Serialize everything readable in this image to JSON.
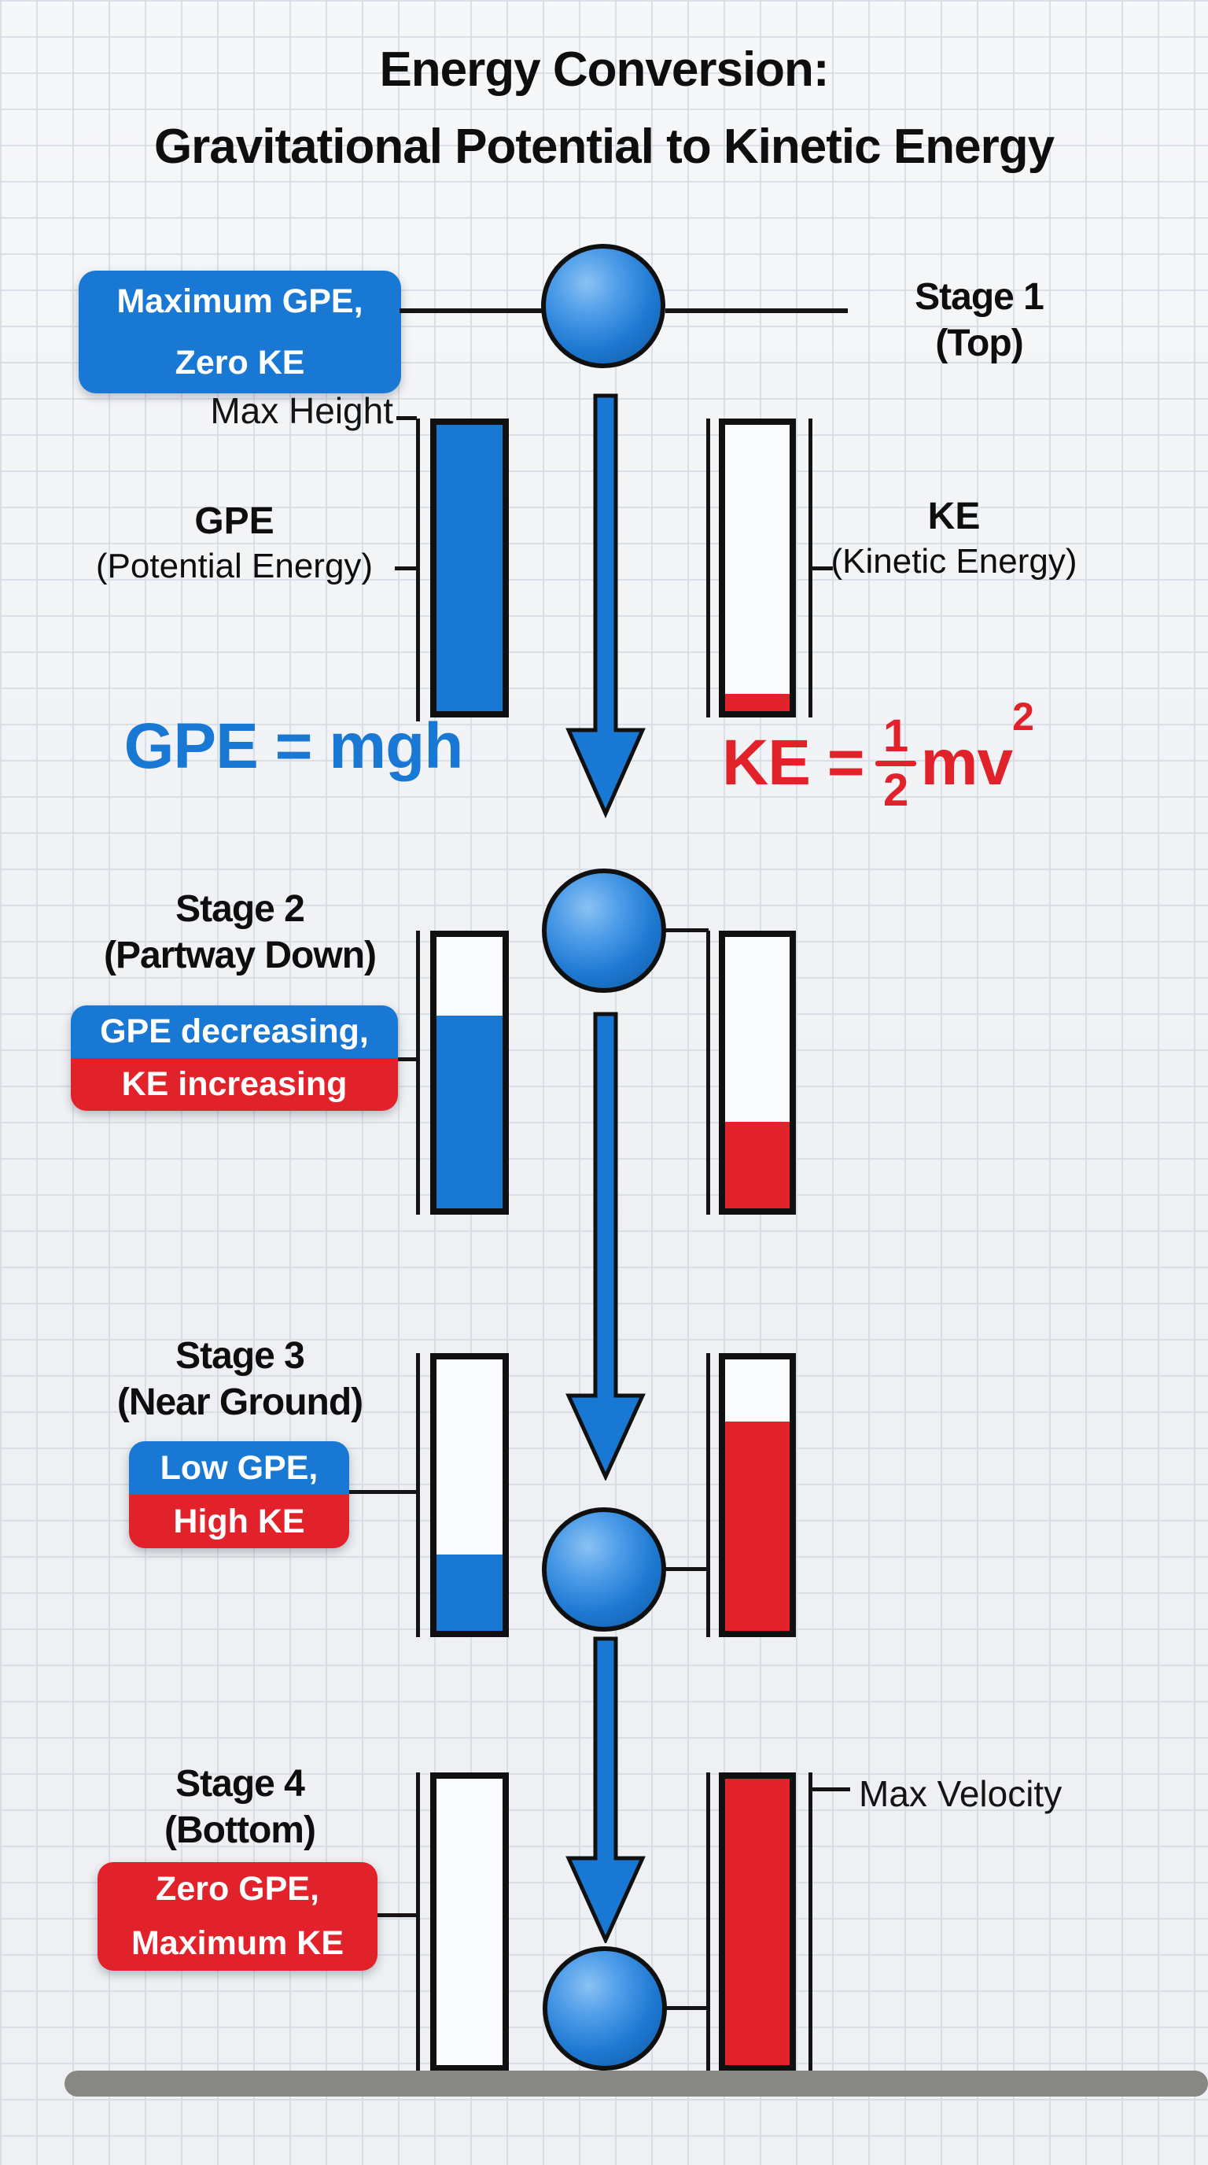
{
  "title": {
    "line1": "Energy Conversion:",
    "line2": "Gravitational Potential to Kinetic Energy"
  },
  "colors": {
    "blue": "#1a78d5",
    "red": "#e2222b",
    "ground": "#878783"
  },
  "axes": {
    "max_height": "Max Height",
    "gpe_title": "GPE",
    "gpe_subtitle": "(Potential Energy)",
    "ke_title": "KE",
    "ke_subtitle": "(Kinetic Energy)",
    "max_velocity": "Max Velocity"
  },
  "formulas": {
    "gpe": "GPE = mgh",
    "ke_lhs": "KE =",
    "ke_frac_num": "1",
    "ke_frac_den": "2",
    "ke_body": "mv",
    "ke_sup": "2"
  },
  "stages": [
    {
      "name": "Stage 1",
      "sub": "(Top)",
      "badge_line1": "Maximum GPE,",
      "badge_line2": "Zero KE",
      "badge_colors": [
        "#1a78d5",
        "#1a78d5"
      ],
      "gpe_fill_percent": 100,
      "ke_fill_percent": 6
    },
    {
      "name": "Stage 2",
      "sub": "(Partway Down)",
      "badge_line1": "GPE decreasing,",
      "badge_line2": "KE increasing",
      "badge_colors": [
        "#1a78d5",
        "#e2222b"
      ],
      "gpe_fill_percent": 71,
      "ke_fill_percent": 32
    },
    {
      "name": "Stage 3",
      "sub": "(Near Ground)",
      "badge_line1": "Low GPE,",
      "badge_line2": "High KE",
      "badge_colors": [
        "#1a78d5",
        "#e2222b"
      ],
      "gpe_fill_percent": 28,
      "ke_fill_percent": 77
    },
    {
      "name": "Stage 4",
      "sub": "(Bottom)",
      "badge_line1": "Zero GPE,",
      "badge_line2": "Maximum KE",
      "badge_colors": [
        "#e2222b",
        "#e2222b"
      ],
      "gpe_fill_percent": 0,
      "ke_fill_percent": 100
    }
  ]
}
